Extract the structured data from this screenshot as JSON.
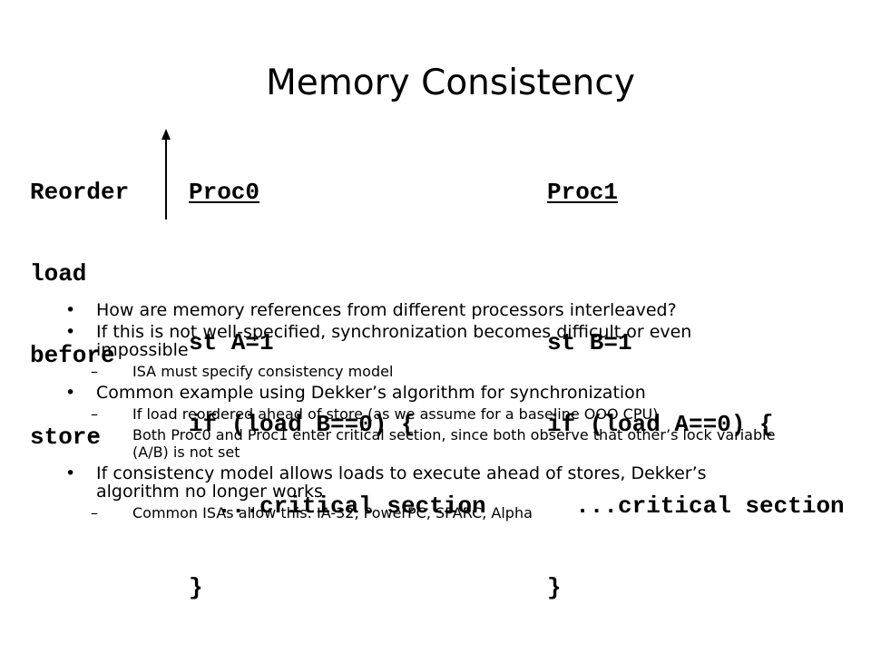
{
  "slide": {
    "title": "Memory Consistency"
  },
  "diagram": {
    "reorder_lines": [
      "Reorder",
      "load",
      "before",
      "store"
    ],
    "proc0": {
      "header": "Proc0",
      "line1": "st A=1",
      "line2": "if (load B==0) {",
      "line3": "  ...critical section",
      "line4": "}"
    },
    "proc1": {
      "header": "Proc1",
      "line1": "st B=1",
      "line2": "if (load A==0) {",
      "line3": "  ...critical section",
      "line4": "}"
    }
  },
  "bullets": {
    "b1": "How are memory references from different processors interleaved?",
    "b2": "If this is not well-specified, synchronization becomes difficult or even impossible",
    "b2_1": "ISA must specify consistency model",
    "b3": "Common example using Dekker’s algorithm for synchronization",
    "b3_1": "If load reordered ahead of store (as we assume for a baseline OOO CPU)",
    "b3_2": "Both Proc0 and Proc1 enter critical section, since both observe that other’s lock variable (A/B) is not set",
    "b4": "If consistency model allows loads to execute ahead of stores, Dekker’s algorithm no longer works",
    "b4_1": "Common ISAs allow this: IA-32, PowerPC, SPARC, Alpha"
  },
  "marks": {
    "bullet": "•",
    "dash": "–"
  }
}
